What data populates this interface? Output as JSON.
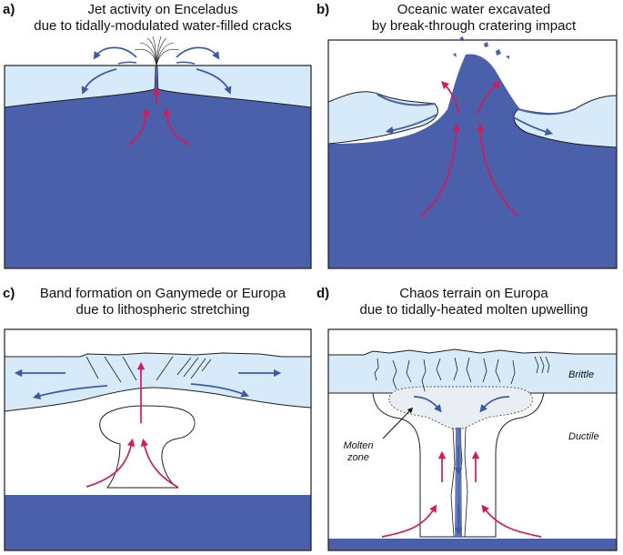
{
  "colors": {
    "ocean": "#4b60aa",
    "ice": "#d6eafa",
    "outline": "#1e1e1e",
    "upflow_arrow": "#d7185a",
    "lateral_arrow": "#3e5aa6",
    "molten_fill": "#e9eef4"
  },
  "panels": [
    {
      "letter": "a)",
      "title_line1": "Jet activity on Enceladus",
      "title_line2": "due to tidally-modulated water-filled cracks"
    },
    {
      "letter": "b)",
      "title_line1": "Oceanic water excavated",
      "title_line2": "by break-through cratering impact"
    },
    {
      "letter": "c)",
      "title_line1": "Band formation on Ganymede or Europa",
      "title_line2": "due to lithospheric stretching"
    },
    {
      "letter": "d)",
      "title_line1": "Chaos terrain on Europa",
      "title_line2": "due to tidally-heated molten upwelling"
    }
  ],
  "panel_d_labels": {
    "brittle": "Brittle",
    "ductile": "Ductile",
    "molten_line1": "Molten",
    "molten_line2": "zone"
  }
}
